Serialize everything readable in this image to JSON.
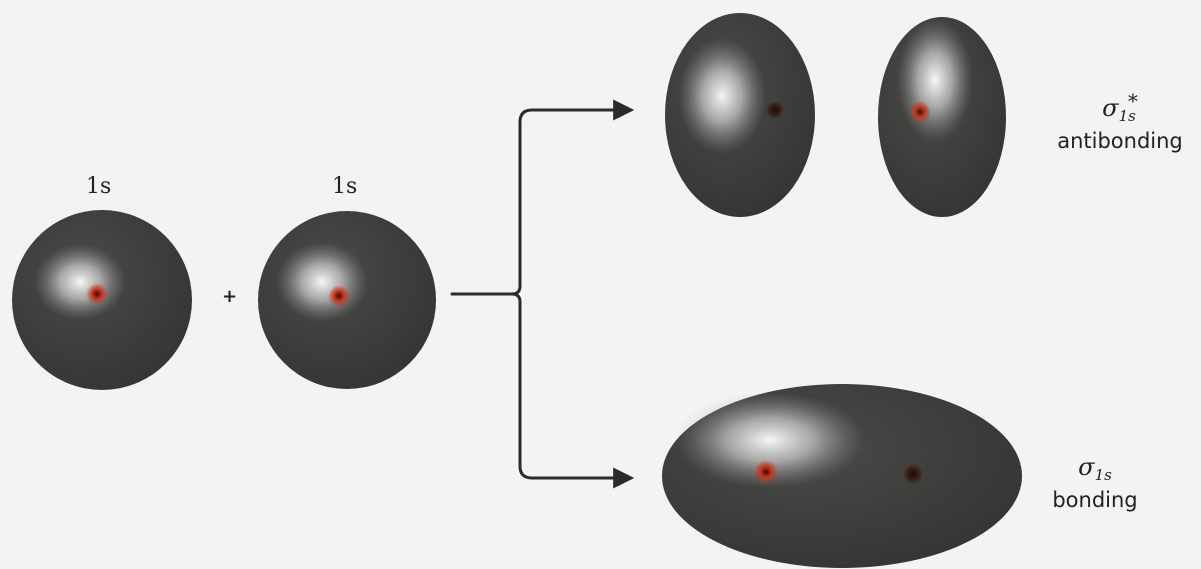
{
  "left_orbital_label": "1s",
  "right_orbital_label": "1s",
  "plus_sign": "+",
  "antibonding": {
    "symbol": "σ",
    "subscript": "1s",
    "superscript": "*",
    "name": "antibonding"
  },
  "bonding": {
    "symbol": "σ",
    "subscript": "1s",
    "name": "bonding"
  },
  "colors": {
    "background": "#f3f3f1",
    "orbital_body": "#3c3d3b",
    "electron_glow": "#ffffff",
    "nucleus": "#c8361a",
    "arrow": "#2b2b2b"
  }
}
